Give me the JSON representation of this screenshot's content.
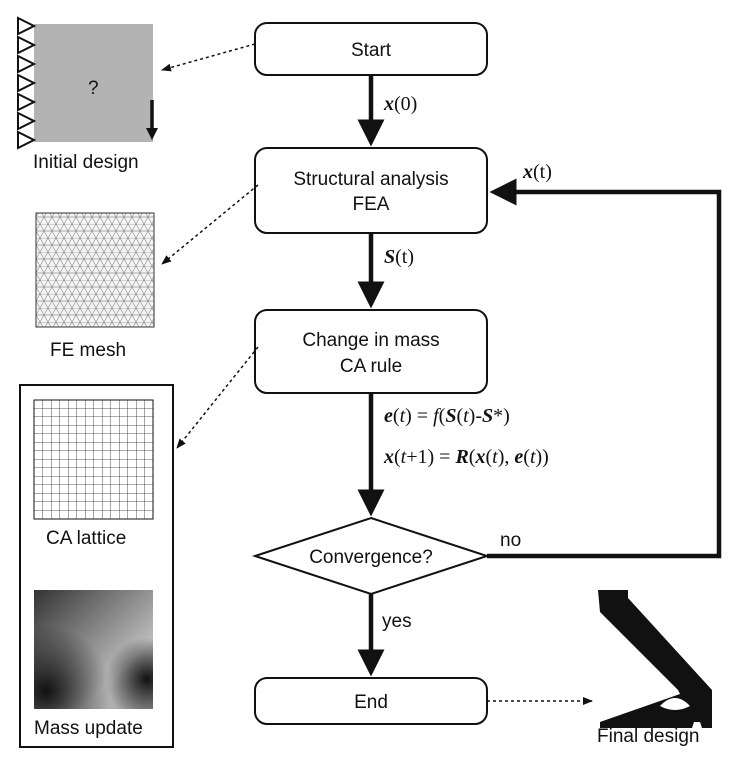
{
  "flow": {
    "start": "Start",
    "analysis": {
      "line1": "Structural analysis",
      "line2": "FEA"
    },
    "change": {
      "line1": "Change in mass",
      "line2": "CA rule"
    },
    "decision": "Convergence?",
    "end": "End",
    "no_label": "no",
    "yes_label": "yes"
  },
  "math": {
    "x0": {
      "sym": "x",
      "arg": "(0)"
    },
    "xt": {
      "sym": "x",
      "arg": "(t)"
    },
    "st": {
      "sym": "S",
      "arg": "(t)"
    },
    "e_line": {
      "e": "e",
      "p1": "(",
      "t1": "t",
      "p2": ") = ",
      "f": "f",
      "p3": "(",
      "S": "S",
      "p4": "(",
      "t2": "t",
      "p5": ")-",
      "S2": "S",
      "star": "*)"
    },
    "x_line": {
      "x": "x",
      "p1": "(",
      "t1": "t",
      "p2": "+1) = ",
      "R": "R",
      "p3": "(",
      "x2": "x",
      "p4": "(",
      "t2": "t",
      "p5": "), ",
      "e": "e",
      "p6": "(",
      "t3": "t",
      "p7": "))"
    }
  },
  "captions": {
    "initial": "Initial design",
    "mesh": "FE mesh",
    "lattice": "CA lattice",
    "mass": "Mass update",
    "final": "Final design",
    "question_mark": "?"
  }
}
